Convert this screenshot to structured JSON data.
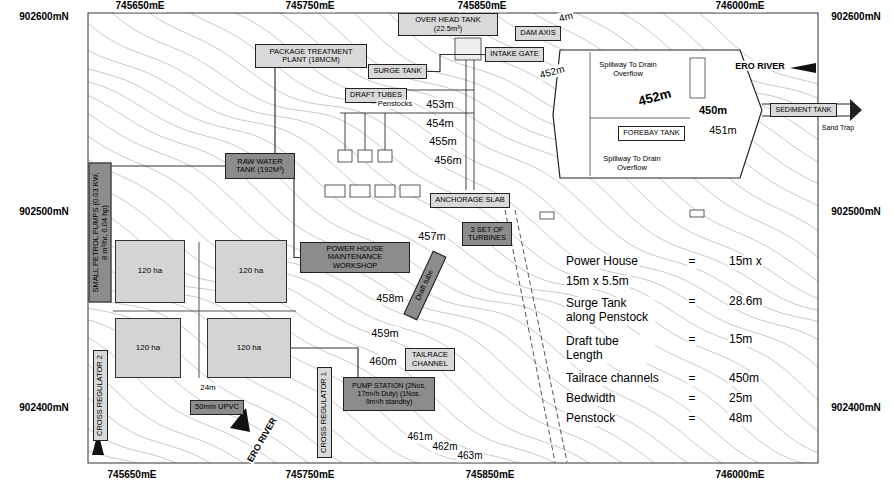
{
  "diagram": {
    "nodes": [
      {
        "text": [
          "OVER HEAD TANK (22.5m³)"
        ]
      },
      {
        "text": [
          "DAM AXIS"
        ]
      },
      {
        "text": [
          "INTAKE GATE"
        ]
      },
      {
        "text": [
          "FOREBAY TANK"
        ]
      },
      {
        "text": [
          "PACKAGE TREATMENT PLANT (18MCM)"
        ]
      },
      {
        "text": [
          "SURGE TANK"
        ]
      },
      {
        "text": [
          "DRAFT TUBES"
        ]
      },
      {
        "text": [
          "SEDIMENT TANK"
        ]
      },
      {
        "text": [
          "RAW WATER TANK (192M³)"
        ]
      },
      {
        "text": [
          "ANCHORAGE SLAB"
        ]
      },
      {
        "text": [
          "SMALL PETROL PUMPS (0.03 KW, 8 m³/hr, 0.04 hp)"
        ]
      },
      {
        "text": [
          "POWER HOUSE MAINTENANCE WORKSHOP"
        ]
      },
      {
        "text": [
          "3 SET OF TURBINES"
        ]
      },
      {
        "text": [
          "120 ha"
        ]
      },
      {
        "text": [
          "120 ha"
        ]
      },
      {
        "text": [
          "Draft tube"
        ]
      },
      {
        "text": [
          "120 ha"
        ]
      },
      {
        "text": [
          "120 ha"
        ]
      },
      {
        "text": [
          "CROSS REGULATOR 2"
        ]
      },
      {
        "text": [
          "TAILRACE CHANNEL"
        ]
      },
      {
        "text": [
          "PUMP STATION (2Nos. 17m³/h Duty) (1Nos. 9m³/h standby)"
        ]
      },
      {
        "text": [
          "CROSS REGULATOR 1"
        ]
      },
      {
        "text": [
          "50mm UPVC"
        ]
      }
    ],
    "edges": [
      {
        "from": 4,
        "to": 8,
        "arrow": "none"
      },
      {
        "from": 8,
        "to": 11,
        "arrow": "none"
      },
      {
        "from": 10,
        "to": 8,
        "arrow": "none"
      },
      {
        "from": 20,
        "to": 17,
        "arrow": "none"
      },
      {
        "from": 2,
        "to": 5,
        "arrow": "none"
      }
    ],
    "labels": [
      "745650mE",
      "745750mE",
      "745850mE",
      "746000mE",
      "902600mN",
      "902500mN",
      "902400mN",
      "902600mN",
      "902500mN",
      "902400mN",
      "745650mE",
      "745750mE",
      "745850mE",
      "746000mE",
      "4m",
      "452m",
      "Spillway To Drain Overflow",
      "ERO RIVER",
      "Penstocks",
      "453m",
      "454m",
      "452m",
      "450m",
      "451m",
      "Sand Trap",
      "455m",
      "456m",
      "Spillway To Drain Overflow",
      "457m",
      "Power House",
      "=",
      "15m x",
      "15m x 5.5m",
      "458m",
      "Surge Tank along Penstock",
      "=",
      "28.6m",
      "459m",
      "460m",
      "Draft tube Length",
      "=",
      "15m",
      "Tailrace channels",
      "=",
      "450m",
      "Bedwidth",
      "=",
      "25m",
      "24m",
      "Penstock",
      "=",
      "48m",
      "ERO RIVER",
      "461m",
      "462m",
      "463m"
    ]
  }
}
